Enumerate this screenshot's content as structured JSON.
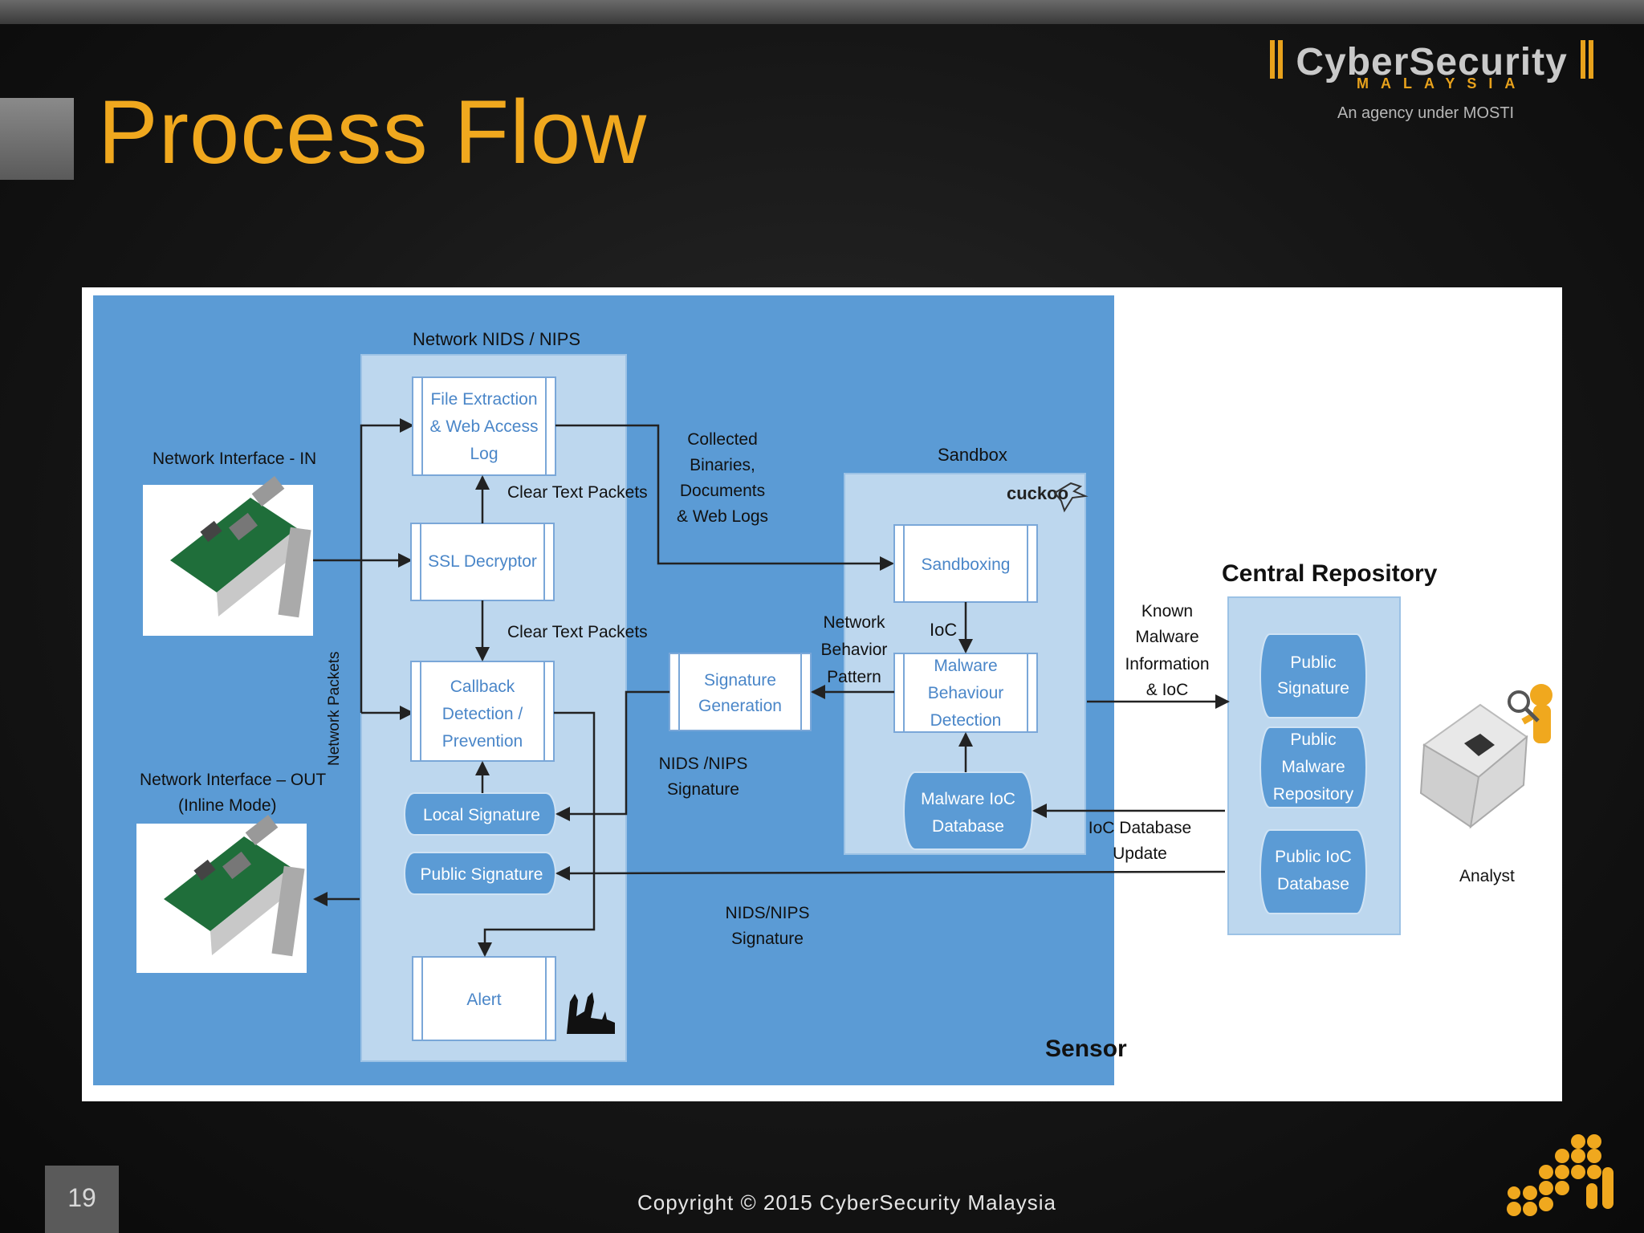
{
  "slide": {
    "title": "Process Flow",
    "page_number": "19",
    "copyright": "Copyright © 2015 CyberSecurity Malaysia"
  },
  "logo": {
    "name": "CyberSecurity",
    "country": "MALAYSIA",
    "agency": "An agency under MOSTI"
  },
  "colors": {
    "title": "#f0a81e",
    "sensor_bg": "#5b9bd5",
    "panel_bg": "#bdd7ee",
    "node_fill": "#ffffff",
    "node_text": "#4a86c8",
    "db_fill": "#5b9bd5",
    "arrow": "#222222"
  },
  "diagram": {
    "sensor_label": "Sensor",
    "nids_title": "Network NIDS / NIPS",
    "sandbox_title": "Sandbox",
    "sandbox_brand": "cuckoo",
    "central_title": "Central Repository",
    "network_in": "Network Interface - IN",
    "network_out_1": "Network Interface – OUT",
    "network_out_2": "(Inline Mode)",
    "network_packets": "Network Packets",
    "nodes": {
      "file_extraction": [
        "File Extraction",
        "& Web Access",
        "Log"
      ],
      "ssl_decryptor": "SSL Decryptor",
      "callback": [
        "Callback",
        "Detection /",
        "Prevention"
      ],
      "local_signature": "Local Signature",
      "public_signature_sensor": "Public Signature",
      "alert": "Alert",
      "signature_generation": [
        "Signature",
        "Generation"
      ],
      "sandboxing": "Sandboxing",
      "malware_behaviour": [
        "Malware",
        "Behaviour",
        "Detection"
      ],
      "malware_ioc_db": [
        "Malware IoC",
        "Database"
      ],
      "public_signature_repo": [
        "Public",
        "Signature"
      ],
      "public_malware_repo": [
        "Public",
        "Malware",
        "Repository"
      ],
      "public_ioc_db": [
        "Public IoC",
        "Database"
      ]
    },
    "labels": {
      "clear_text_1": "Clear Text Packets",
      "clear_text_2": "Clear Text Packets",
      "collected": [
        "Collected",
        "Binaries,",
        "Documents",
        "& Web Logs"
      ],
      "network_behavior": [
        "Network",
        "Behavior",
        "Pattern"
      ],
      "ioc": "IoC",
      "nids_sig_1": [
        "NIDS /NIPS",
        "Signature"
      ],
      "nids_sig_2": [
        "NIDS/NIPS",
        "Signature"
      ],
      "known_malware": [
        "Known",
        "Malware",
        "Information",
        "& IoC"
      ],
      "ioc_db_update": [
        "IoC Database",
        "Update"
      ],
      "analyst": "Analyst"
    }
  }
}
